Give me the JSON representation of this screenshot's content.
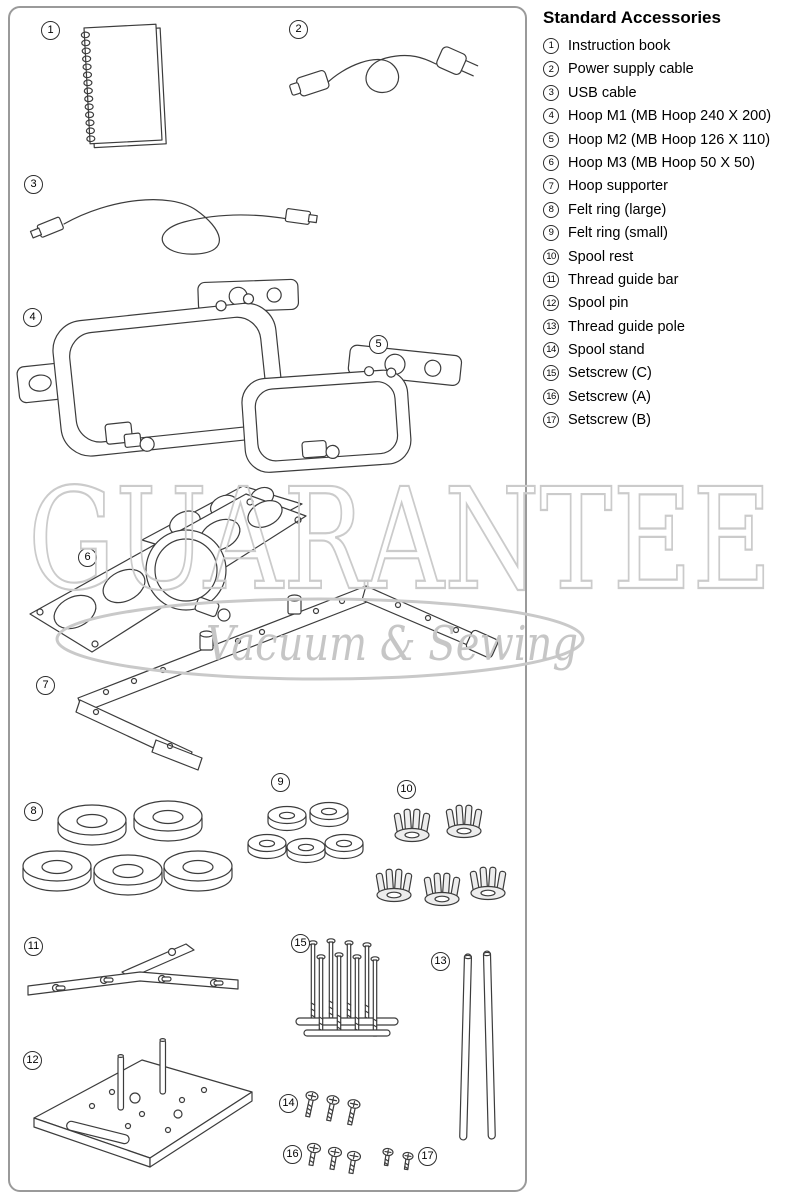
{
  "page": {
    "title": "Standard Accessories"
  },
  "accessories": [
    {
      "num": "1",
      "label": "Instruction book"
    },
    {
      "num": "2",
      "label": "Power supply cable"
    },
    {
      "num": "3",
      "label": "USB cable"
    },
    {
      "num": "4",
      "label": "Hoop M1 (MB Hoop 240 X 200)"
    },
    {
      "num": "5",
      "label": "Hoop M2 (MB Hoop 126 X 110)"
    },
    {
      "num": "6",
      "label": "Hoop M3 (MB Hoop 50 X 50)"
    },
    {
      "num": "7",
      "label": "Hoop supporter"
    },
    {
      "num": "8",
      "label": "Felt ring (large)"
    },
    {
      "num": "9",
      "label": "Felt ring (small)"
    },
    {
      "num": "10",
      "label": "Spool rest"
    },
    {
      "num": "11",
      "label": "Thread guide bar"
    },
    {
      "num": "12",
      "label": "Spool pin"
    },
    {
      "num": "13",
      "label": "Thread guide pole"
    },
    {
      "num": "14",
      "label": "Spool stand"
    },
    {
      "num": "15",
      "label": "Setscrew (C)"
    },
    {
      "num": "16",
      "label": "Setscrew (A)"
    },
    {
      "num": "17",
      "label": "Setscrew (B)"
    }
  ],
  "watermark": {
    "title": "GUARANTEE",
    "subtitle": "Vacuum & Sewing"
  },
  "colors": {
    "line": "#3c3c3c",
    "panel_border": "#9a9a9a",
    "watermark": "#c9c9c9"
  }
}
